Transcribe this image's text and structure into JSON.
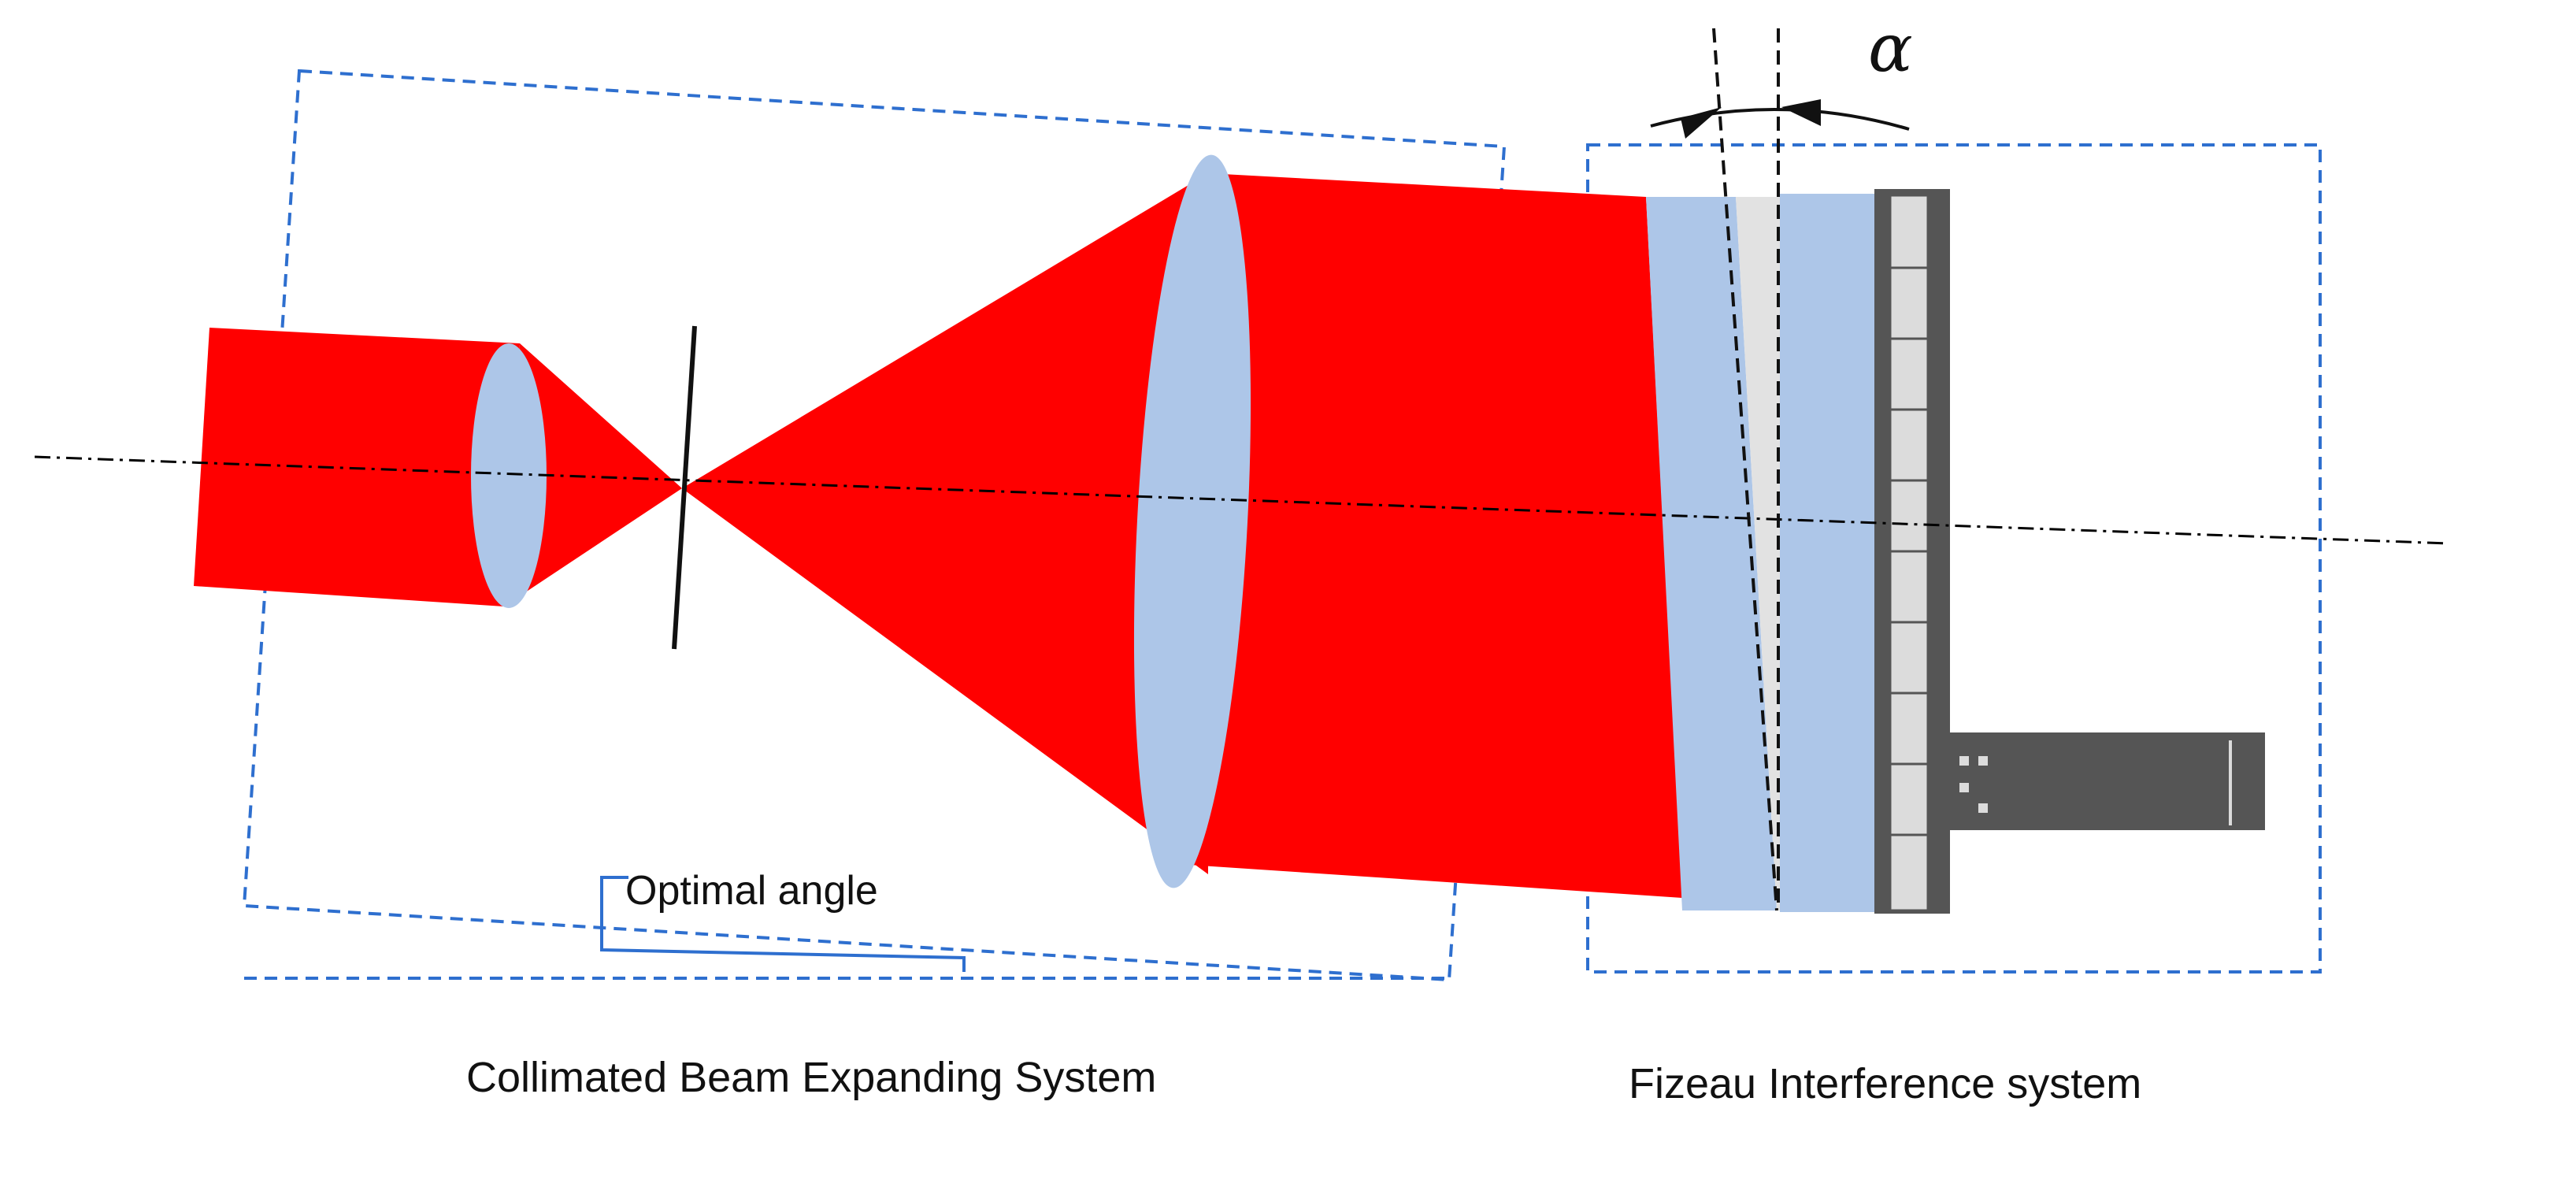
{
  "labels": {
    "optimal_angle": "Optimal angle",
    "alpha": "α",
    "left_system": "Collimated Beam Expanding System",
    "right_system": "Fizeau Interference system"
  },
  "colors": {
    "beam": "#ff0000",
    "lens": "#adc6e8",
    "box_border": "#2e6fcf",
    "optical_axis": "#000000",
    "wedge_gap": "#e2e2e2",
    "camera": "#555555",
    "camera_frame": "#dcdcdc"
  },
  "icons": {
    "alpha_marker": "double-arrow-angle-icon"
  }
}
